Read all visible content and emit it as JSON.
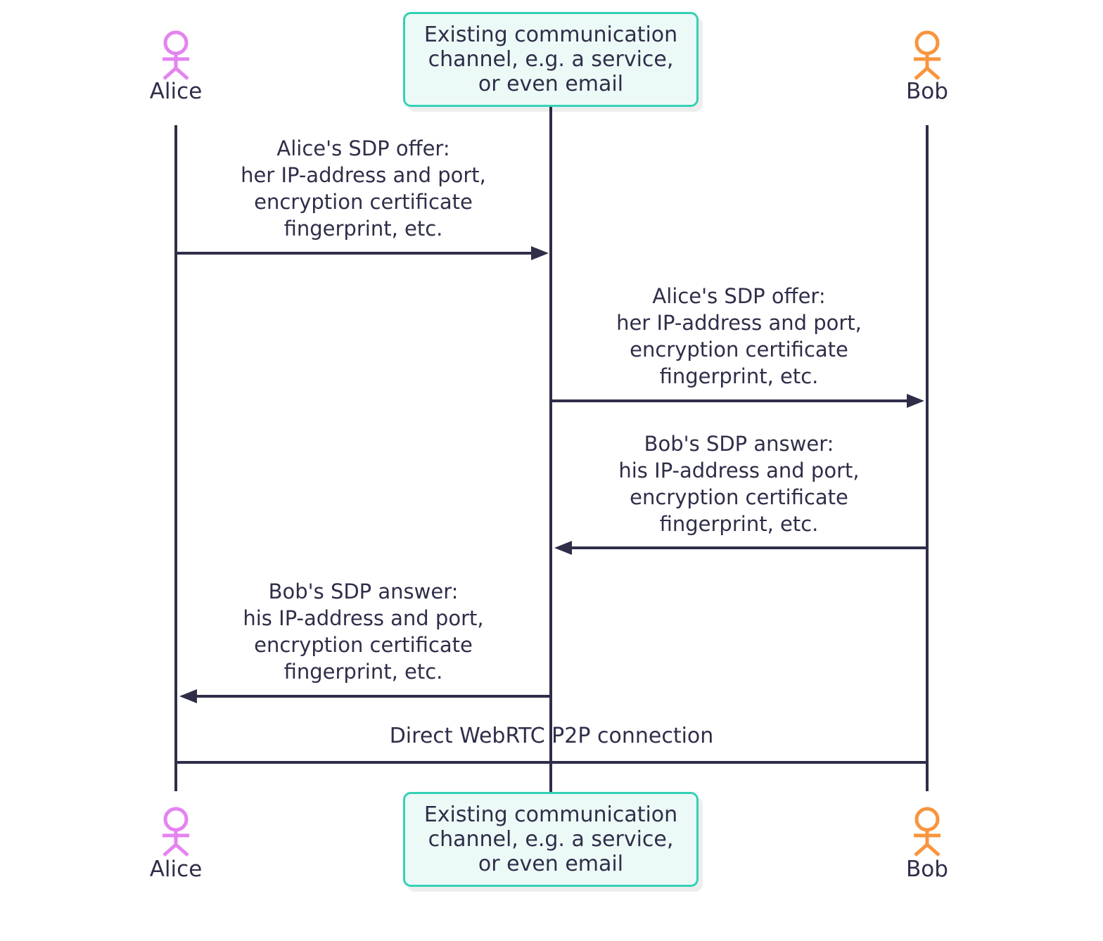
{
  "colors": {
    "ink": "#2f2e49",
    "alice": "#e583f1",
    "bob": "#f8953d",
    "channel_border": "#34d1b5",
    "channel_fill": "#ecfaf7",
    "background": "#ffffff"
  },
  "participants": {
    "alice": {
      "label": "Alice"
    },
    "bob": {
      "label": "Bob"
    },
    "channel": {
      "label": "Existing communication\nchannel, e.g. a service,\nor even email"
    }
  },
  "messages": [
    {
      "from": "Alice",
      "to": "channel",
      "direction": "right",
      "text": "Alice's SDP offer:\nher IP-address and port,\nencryption certificate\nfingerprint, etc."
    },
    {
      "from": "channel",
      "to": "Bob",
      "direction": "right",
      "text": "Alice's SDP offer:\nher IP-address and port,\nencryption certificate\nfingerprint, etc."
    },
    {
      "from": "Bob",
      "to": "channel",
      "direction": "left",
      "text": "Bob's SDP answer:\nhis IP-address and port,\nencryption certificate\nfingerprint, etc."
    },
    {
      "from": "channel",
      "to": "Alice",
      "direction": "left",
      "text": "Bob's SDP answer:\nhis IP-address and port,\nencryption certificate\nfingerprint, etc."
    },
    {
      "from": "Alice",
      "to": "Bob",
      "direction": "none",
      "text": "Direct WebRTC P2P connection"
    }
  ]
}
